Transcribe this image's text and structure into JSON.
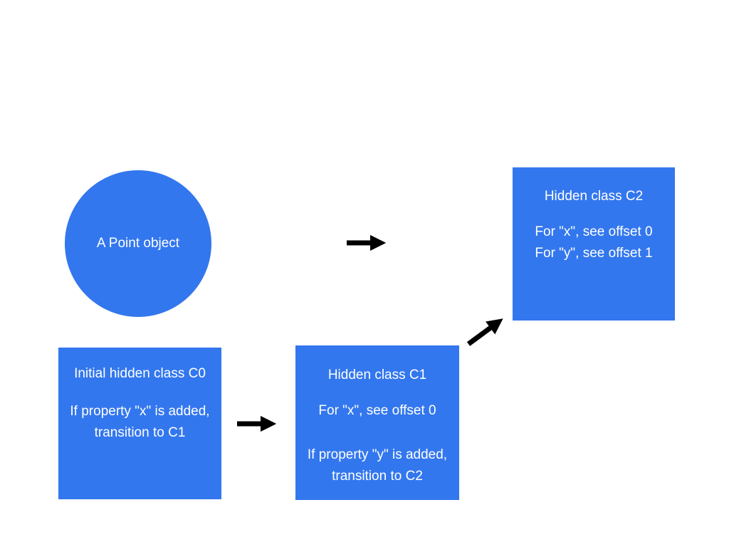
{
  "diagram": {
    "background_color": "#ffffff",
    "shape_fill_color": "#3377ee",
    "text_color": "#ffffff",
    "arrow_color": "#000000",
    "nodes": {
      "point_object": {
        "label": "A Point object"
      },
      "c0": {
        "lines": [
          "Initial hidden class C0",
          "",
          "If property \"x\" is added,",
          "transition to C1"
        ]
      },
      "c1": {
        "lines": [
          "Hidden class C1",
          "",
          "For \"x\", see offset 0",
          "",
          "If property \"y\" is added,",
          "transition to C2"
        ]
      },
      "c2": {
        "lines": [
          "Hidden class C2",
          "",
          "For \"x\", see offset 0",
          "For \"y\", see offset 1"
        ]
      }
    },
    "edges": [
      {
        "from": "point-object",
        "to": "hidden-class-c2"
      },
      {
        "from": "hidden-class-c0",
        "to": "hidden-class-c1"
      },
      {
        "from": "hidden-class-c1",
        "to": "hidden-class-c2"
      }
    ]
  }
}
